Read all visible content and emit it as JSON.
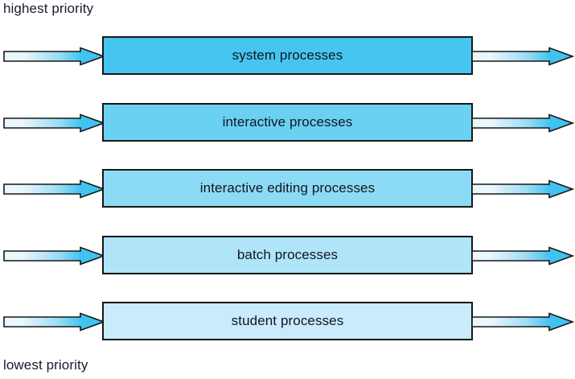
{
  "diagram": {
    "type": "multilevel-queue-scheduling",
    "top_label": "highest priority",
    "bottom_label": "lowest priority",
    "colors": {
      "outline": "#161616",
      "text": "#15151f",
      "arrow_head": "#3FC3F0",
      "arrow_shaft_light": "#ffffff",
      "arrow_shaft_blue": "#3FC3F0",
      "background": "#ffffff"
    },
    "queues": [
      {
        "label": "system processes",
        "fill": "#45C6F0",
        "priority": 1
      },
      {
        "label": "interactive processes",
        "fill": "#6BD1F3",
        "priority": 2
      },
      {
        "label": "interactive editing processes",
        "fill": "#8CDBF6",
        "priority": 3
      },
      {
        "label": "batch processes",
        "fill": "#AFE4F9",
        "priority": 4
      },
      {
        "label": "student processes",
        "fill": "#C9EBFB",
        "priority": 5
      }
    ]
  }
}
